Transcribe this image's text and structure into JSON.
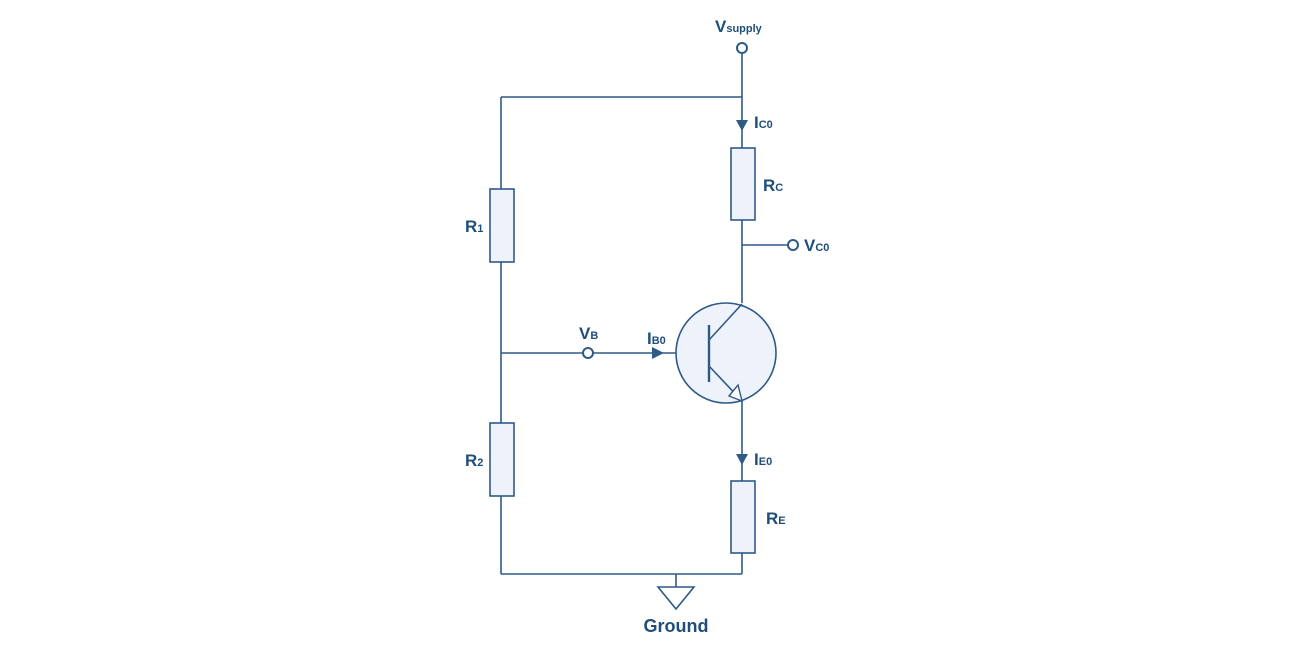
{
  "diagram": {
    "supply": {
      "main": "V",
      "sub": "supply"
    },
    "ic0": {
      "main": "I",
      "sub": "C0"
    },
    "rc": {
      "main": "R",
      "sub": "C"
    },
    "vc0": {
      "main": "V",
      "sub": "C0"
    },
    "r1": {
      "main": "R",
      "sub": "1"
    },
    "vb": {
      "main": "V",
      "sub": "B"
    },
    "ib0": {
      "main": "I",
      "sub": "B0"
    },
    "r2": {
      "main": "R",
      "sub": "2"
    },
    "ie0": {
      "main": "I",
      "sub": "E0"
    },
    "re": {
      "main": "R",
      "sub": "E"
    },
    "ground": "Ground"
  },
  "colors": {
    "wire": "#2e5a87",
    "component_fill": "#eef3fb",
    "label": "#1f4e79"
  },
  "icons": {
    "ground": "ground-symbol-icon",
    "transistor": "npn-transistor-icon",
    "current_arrow": "current-arrow-icon"
  }
}
